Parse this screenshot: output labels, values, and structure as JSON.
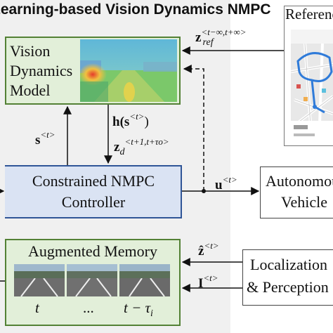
{
  "title": "Learning-based Vision Dynamics NMPC",
  "reference_box": {
    "label": "Reference"
  },
  "vision_model": {
    "label_line1": "Vision",
    "label_line2": "Dynamics",
    "label_line3": "Model"
  },
  "controller": {
    "label_line1": "Constrained NMPC",
    "label_line2": "Controller"
  },
  "vehicle": {
    "label_line1": "Autonomous",
    "label_line2": "Vehicle"
  },
  "memory": {
    "label": "Augmented Memory",
    "frame_labels": [
      "t",
      "...",
      "t − τ"
    ],
    "frame_sub": "i"
  },
  "perception": {
    "label_line1": "Localization",
    "label_line2": "& Perception"
  },
  "signals": {
    "z_ref": {
      "sym": "z",
      "sub": "ref",
      "sup": "<t−∞,t+∞>"
    },
    "h_s": {
      "text": "h(s",
      "sup": "<t>",
      "close": ")"
    },
    "z_d": {
      "sym": "z",
      "sub": "d",
      "sup": "<t+1,t+τo>"
    },
    "s_t": {
      "sym": "s",
      "sup": "<t>"
    },
    "u_t": {
      "sym": "u",
      "sup": "<t>"
    },
    "z_hat": {
      "sym": "ẑ",
      "sup": "<t>"
    },
    "i_t": {
      "sym": "I",
      "sup": "<t>"
    }
  },
  "colors": {
    "green_fill": "#e2efd9",
    "green_border": "#538135",
    "blue_fill": "#dae3f3",
    "blue_border": "#2f5597",
    "panel": "#f0f0f0",
    "map_route": "#2f7bd9"
  }
}
